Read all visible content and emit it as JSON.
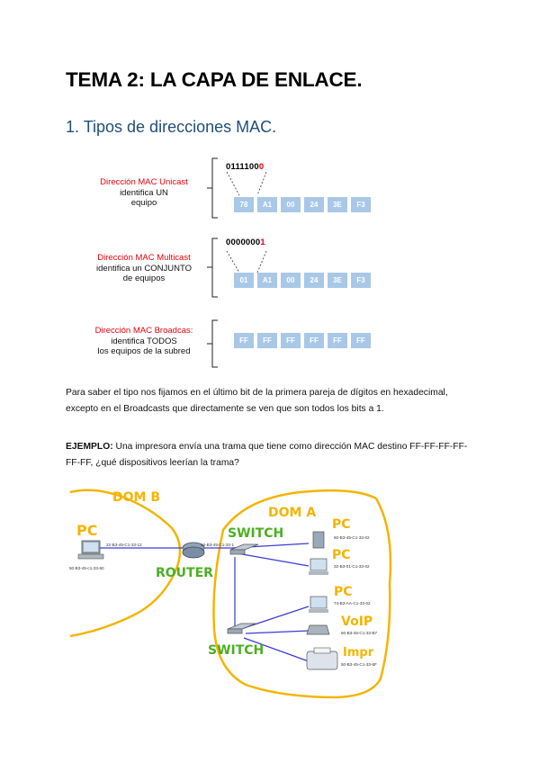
{
  "title": "TEMA 2: LA CAPA DE ENLACE.",
  "section_heading": "1. Tipos de direcciones MAC.",
  "mac_types": [
    {
      "kind": "Dirección MAC Unicast",
      "desc1": "identifica UN",
      "desc2": "equipo",
      "bits_main": "0111100",
      "bits_last": "0",
      "bytes": [
        "78",
        "A1",
        "00",
        "24",
        "3E",
        "F3"
      ]
    },
    {
      "kind": "Dirección MAC Multicast",
      "desc1": "identifica un CONJUNTO",
      "desc2": "de equipos",
      "bits_main": "0000000",
      "bits_last": "1",
      "bytes": [
        "01",
        "A1",
        "00",
        "24",
        "3E",
        "F3"
      ]
    },
    {
      "kind": "Dirección MAC Broadcas:",
      "desc1": "identifica TODOS",
      "desc2": "los equipos de la subred",
      "bits_main": "",
      "bits_last": "",
      "bytes": [
        "FF",
        "FF",
        "FF",
        "FF",
        "FF",
        "FF"
      ]
    }
  ],
  "paragraph": "Para saber el tipo nos fijamos en el último bit de la primera pareja de dígitos en hexadecimal, excepto en el Broadcasts que directamente se ven que son todos los bits a 1.",
  "example_label": "EJEMPLO:",
  "example_text": " Una impresora envía una trama que tiene como dirección MAC destino FF-FF-FF-FF-FF-FF, ¿qué dispositivos leerían la trama?",
  "diagram": {
    "dom_b": "DOM B",
    "dom_a": "DOM A",
    "router_label": "ROUTER",
    "switch_top": "SWITCH",
    "switch_bottom": "SWITCH",
    "pc_left": "PC",
    "pc_left_mac": "50-B3-45-c1-33-60",
    "router_mac_left": "22-B3-45-C1-33-12",
    "router_mac_right": "16-B3-45-C1-33-1",
    "devices": [
      {
        "tag": "PC",
        "mac": "60-B3-45-C1-33-02"
      },
      {
        "tag": "PC",
        "mac": "32-B3-01-C1-33-02"
      },
      {
        "tag": "PC",
        "mac": "74-B3-AA-C1-33-02"
      },
      {
        "tag": "VoIP",
        "mac": "50-B3-45-C1-33-B7"
      },
      {
        "tag": "Impr",
        "mac": "50-B3-45-C1-33-6F"
      }
    ]
  },
  "colors": {
    "heading_blue": "#1f4e79",
    "accent_red": "#e8000b",
    "box_blue": "#a9c8e8",
    "hand_orange": "#f4b400",
    "hand_green": "#4caf22",
    "link_blue": "#3b3bd6"
  }
}
